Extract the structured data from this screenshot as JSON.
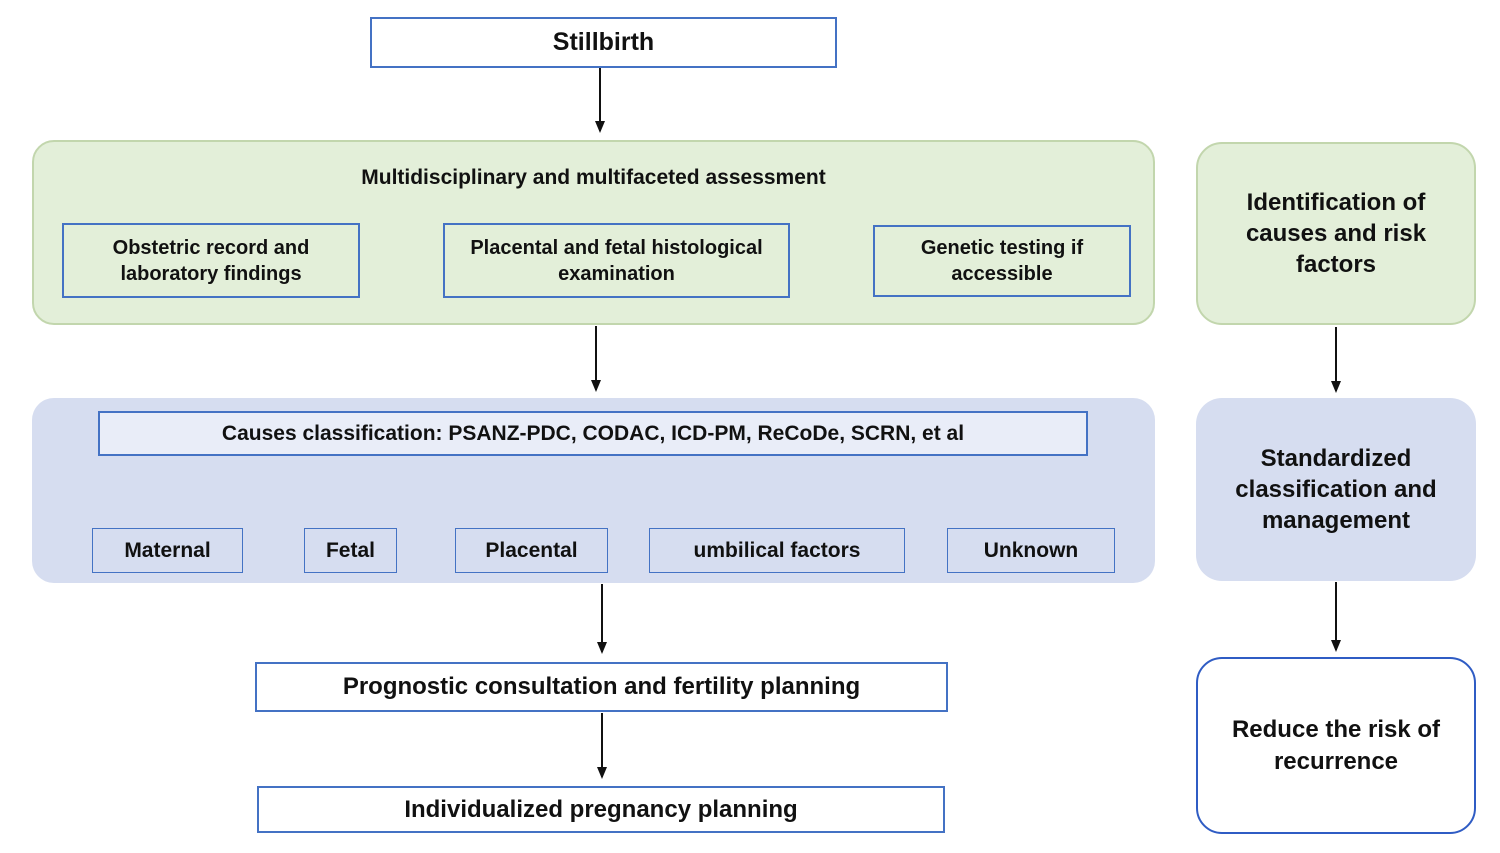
{
  "diagram": {
    "stillbirth_label": "Stillbirth",
    "assessment": {
      "title": "Multidisciplinary and multifaceted assessment",
      "steps": [
        "Obstetric record and laboratory findings",
        "Placental and fetal histological examination",
        "Genetic testing if accessible"
      ]
    },
    "classification": {
      "header": "Causes classification: PSANZ-PDC, CODAC, ICD-PM, ReCoDe, SCRN, et al",
      "categories": [
        "Maternal",
        "Fetal",
        "Placental",
        "umbilical factors",
        "Unknown"
      ]
    },
    "consultation_label": "Prognostic consultation and fertility planning",
    "planning_label": "Individualized pregnancy planning",
    "outcomes": {
      "identification": "Identification of causes and risk factors",
      "standardized": "Standardized classification and management",
      "reduce": "Reduce the risk of recurrence"
    }
  },
  "colors": {
    "box_border_blue": "#4472c4",
    "rounded_border_blue": "#2f5cc4",
    "green_fill": "#e3efd9",
    "green_border": "#c2d6ad",
    "lavender_fill": "#d6ddf0",
    "classification_fill": "#e9edf8",
    "arrow_black": "#111111",
    "arrow_blue": "#4472c4",
    "text": "#111111",
    "background": "#ffffff"
  }
}
